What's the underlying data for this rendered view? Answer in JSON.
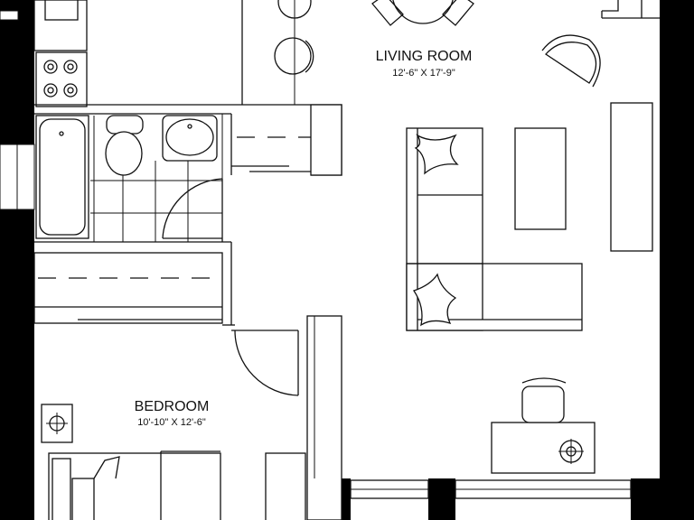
{
  "rooms": {
    "living": {
      "name": "LIVING ROOM",
      "dimensions": "12'-6\" X 17'-9\""
    },
    "bedroom": {
      "name": "BEDROOM",
      "dimensions": "10'-10\" X 12'-6\""
    }
  },
  "colors": {
    "wall": "#000000",
    "line": "#111111",
    "background": "#ffffff"
  }
}
